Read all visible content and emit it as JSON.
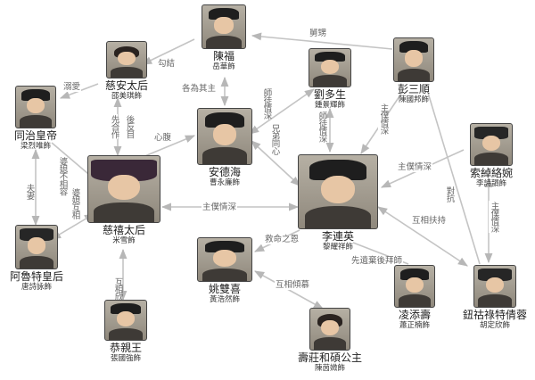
{
  "nodes": {
    "chen_fu": {
      "name": "陳福",
      "actor": "岳華飾"
    },
    "cixi_east": {
      "name": "慈安太后",
      "actor": "邵美琪飾"
    },
    "tongzhi": {
      "name": "同治皇帝",
      "actor": "梁烈唯飾"
    },
    "liu_duosheng": {
      "name": "劉多生",
      "actor": "鍾景輝飾"
    },
    "peng_sanshun": {
      "name": "彭三順",
      "actor": "陳國邦飾"
    },
    "an_dehai": {
      "name": "安德海",
      "actor": "曹永廉飾"
    },
    "cixi": {
      "name": "慈禧太后",
      "actor": "米雪飾"
    },
    "suochuo": {
      "name": "索綽絡婉",
      "actor": "李詩韻飾"
    },
    "li_lianying": {
      "name": "李連英",
      "actor": "黎耀祥飾"
    },
    "empress_alute": {
      "name": "阿魯特皇后",
      "actor": "唐詩詠飾"
    },
    "yao_shuangxi": {
      "name": "姚雙喜",
      "actor": "黃浩然飾"
    },
    "ling_tianshou": {
      "name": "凌添壽",
      "actor": "蕭正楠飾"
    },
    "niohuru": {
      "name": "鈕祜祿特倩蓉",
      "actor": "胡定欣飾"
    },
    "prince_gong": {
      "name": "恭親王",
      "actor": "張國強飾"
    },
    "princess_shouzhuang": {
      "name": "壽莊和碩公主",
      "actor": "陳茵媺飾"
    }
  },
  "relations": {
    "goujie": "勾結",
    "shoushou": "舅甥",
    "niai": "溺愛",
    "geweiqizhu": "各為其主",
    "shituqingshen": "師徒情深",
    "xiaanhehou_a": "先合作",
    "xiaanhehou_b": "後反目",
    "shitu_ld": "師徒情深",
    "xinfu": "心腹",
    "xiongdi": "兄弟同心",
    "zhupuqingshen_sp": "主僕情深",
    "fuqi": "夫妻",
    "poxiang": "婆媳不相容",
    "baoxiang": "婆媳互相",
    "zhupu_cl": "主僕情深",
    "zhupu_sl": "主僕情深",
    "dikang": "對抗",
    "zhupu_sn": "主僕情深",
    "huxiang_fuchi": "互相扶持",
    "huxiang_xinshang": "互相欣賞",
    "jiumingzhien": "救命之恩",
    "xianshi_houqi": "先遺棄後拜師",
    "huxiang_qingmu": "互相傾慕"
  }
}
